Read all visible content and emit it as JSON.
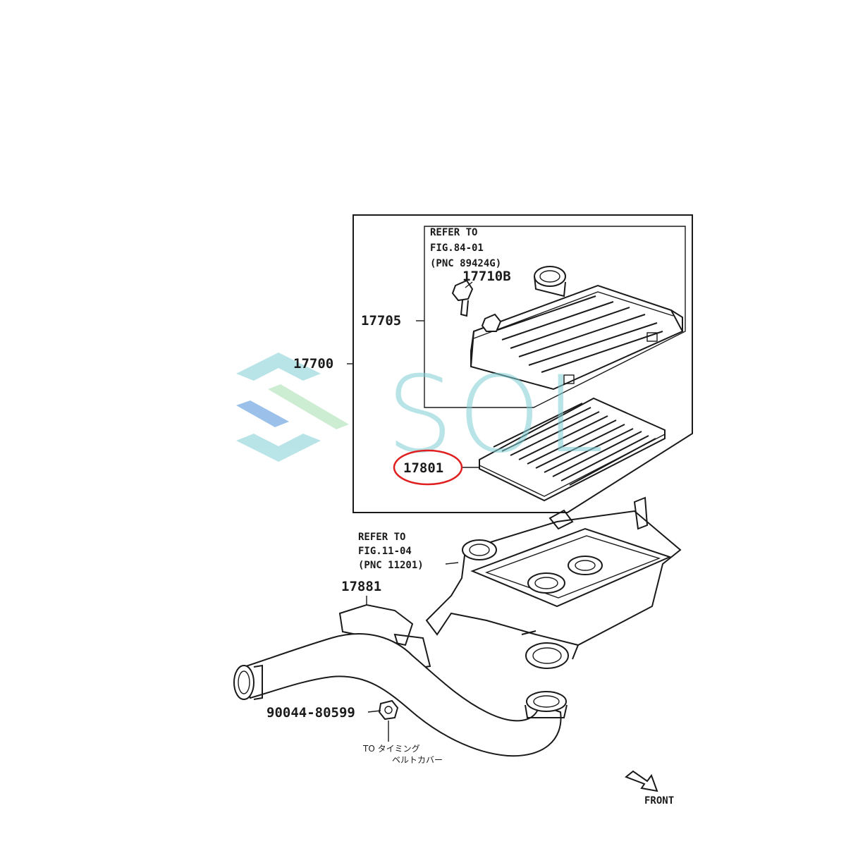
{
  "diagram": {
    "refer_upper": {
      "line1": "REFER TO",
      "line2": "FIG.84-01",
      "line3": "(PNC 89424G)"
    },
    "refer_lower": {
      "line1": "REFER TO",
      "line2": "FIG.11-04",
      "line3": "(PNC 11201)"
    },
    "part_numbers": {
      "p17710B": "17710B",
      "p17705": "17705",
      "p17700": "17700",
      "p17801": "17801",
      "p17881": "17881",
      "p90044": "90044-80599"
    },
    "note_jp": {
      "line1": "TO タイミング",
      "line2": "ベルトカバー"
    },
    "front_label": "FRONT",
    "highlight_color": "#e02020"
  },
  "watermark": {
    "text": "SOL",
    "colors": {
      "teal": "#7fcfd6",
      "blue": "#4a90d9",
      "green": "#a6dfb0"
    }
  }
}
